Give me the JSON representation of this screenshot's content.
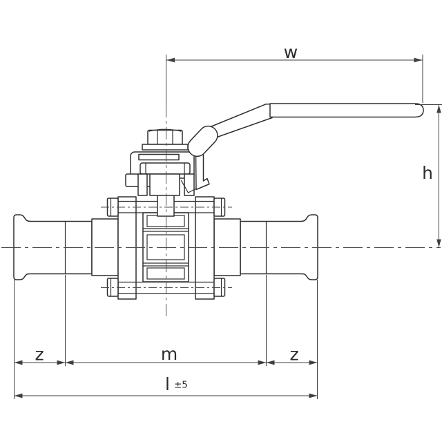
{
  "drawing_labels": {
    "w": "w",
    "h": "h",
    "z_left": "z",
    "m": "m",
    "z_right": "z",
    "l": "l",
    "l_tolerance": "±5"
  },
  "colors": {
    "background": "#ffffff",
    "part_line": "#2e2e2e",
    "centerline": "#4a4a4a",
    "dimension_line": "#3f3f3f",
    "text": "#2b2b2b"
  }
}
